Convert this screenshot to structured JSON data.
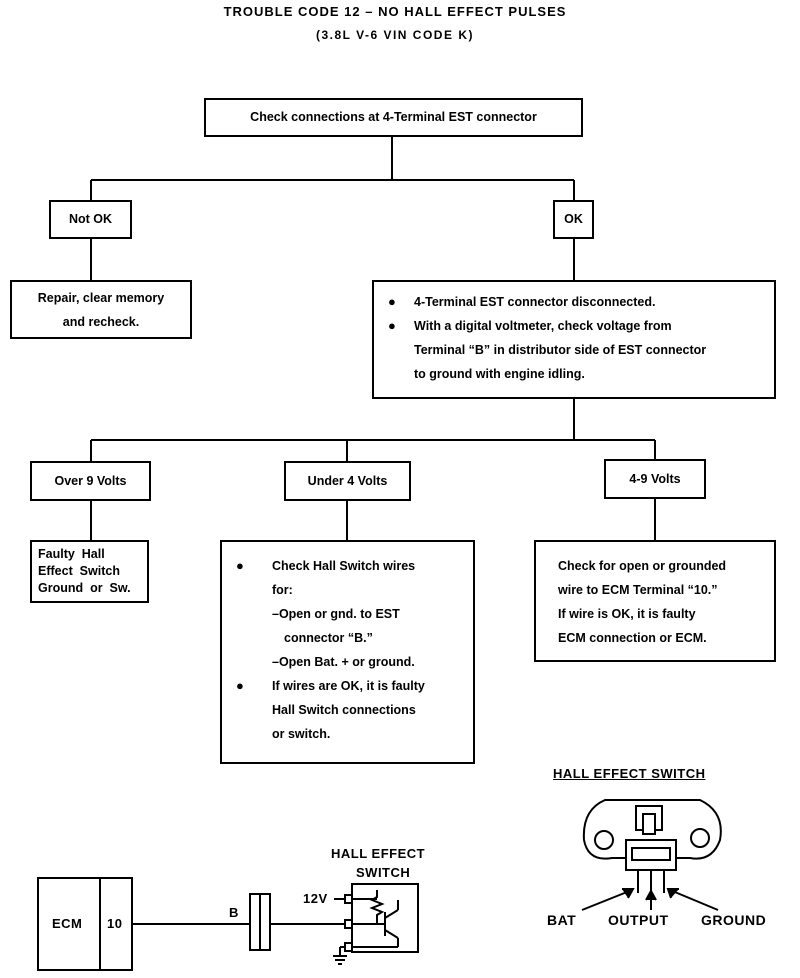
{
  "title": {
    "line1": "TROUBLE CODE 12 – NO HALL EFFECT PULSES",
    "line2": "(3.8L V-6 VIN CODE K)"
  },
  "boxes": {
    "start": "Check connections at 4-Terminal EST connector",
    "not_ok": "Not OK",
    "ok": "OK",
    "repair_1": "Repair, clear memory",
    "repair_2": "and recheck.",
    "ok_steps": [
      "4-Terminal EST connector disconnected.",
      "With a digital voltmeter, check voltage from",
      "Terminal “B” in distributor side of EST connector",
      "to ground with engine idling."
    ],
    "over9": "Over 9 Volts",
    "under4": "Under 4 Volts",
    "four_nine": "4-9 Volts",
    "faulty": [
      "Faulty  Hall",
      "Effect  Switch",
      "Ground  or  Sw."
    ],
    "under4_detail": [
      "Check Hall Switch wires",
      "for:",
      "–Open or gnd. to EST",
      "connector “B.”",
      "–Open Bat. + or ground.",
      "If wires are OK, it is faulty",
      "Hall Switch connections",
      "or switch."
    ],
    "four_nine_detail": [
      "Check for open or grounded",
      "wire to ECM Terminal “10.”",
      "If wire is OK, it is faulty",
      "ECM connection or ECM."
    ]
  },
  "schematic": {
    "ecm": "ECM",
    "terminal": "10",
    "wire": "B",
    "hall_title_1": "HALL EFFECT",
    "hall_title_2": "SWITCH",
    "voltage": "12V"
  },
  "component": {
    "heading": "HALL EFFECT SWITCH",
    "bat": "BAT",
    "output": "OUTPUT",
    "ground": "GROUND"
  }
}
